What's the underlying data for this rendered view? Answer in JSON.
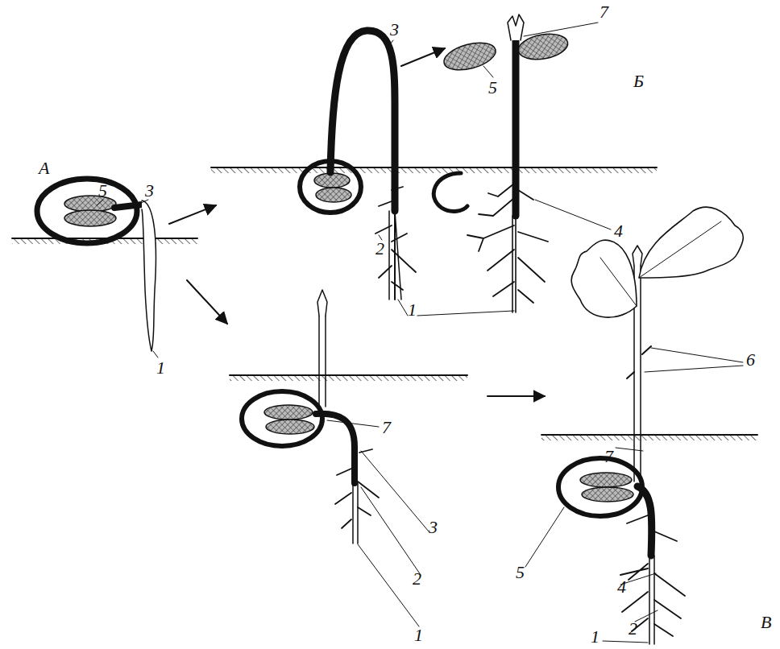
{
  "diagram": {
    "labels": [
      "7",
      "3",
      "5",
      "Б",
      "А",
      "5",
      "3",
      "4",
      "2",
      "1",
      "6",
      "1",
      "7",
      "7",
      "3",
      "5",
      "2",
      "4",
      "2",
      "В",
      "1",
      "1"
    ]
  }
}
